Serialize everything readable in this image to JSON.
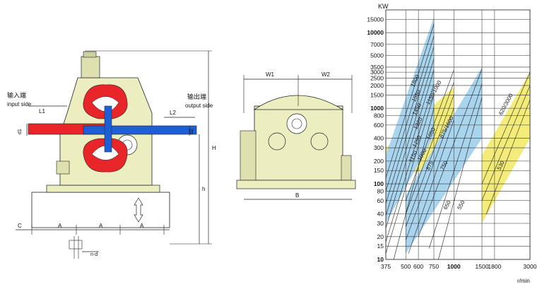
{
  "side_view": {
    "input_cn": "输入端",
    "input_en": "input side",
    "output_cn": "输出端",
    "output_en": "output side",
    "dims": {
      "L1": "L1",
      "L2": "L2",
      "d1": "d1",
      "d2": "d2",
      "H": "H",
      "h": "h",
      "C": "C",
      "A": "A",
      "nd": "n-d"
    },
    "colors": {
      "input_shaft": "#e8262a",
      "output_shaft": "#1f5fd6",
      "housing": "#eceec0"
    }
  },
  "front_view": {
    "W1": "W1",
    "W2": "W2",
    "B": "B"
  },
  "chart_data": {
    "type": "line",
    "ylabel": "KW",
    "xlabel": "r/min",
    "x_scale": "log",
    "y_scale": "log",
    "xlim": [
      375,
      3000
    ],
    "ylim": [
      10,
      20000
    ],
    "x_ticks": [
      375,
      500,
      600,
      750,
      1000,
      1500,
      1800,
      3000
    ],
    "x_tick_labels": [
      "375",
      "500",
      "600",
      "750",
      "1000",
      "1500",
      "1800",
      "3000"
    ],
    "x_tick_bold": [
      false,
      false,
      false,
      false,
      true,
      false,
      false,
      false
    ],
    "y_ticks": [
      10,
      15,
      20,
      30,
      40,
      60,
      80,
      100,
      150,
      200,
      300,
      400,
      600,
      800,
      1000,
      1500,
      2000,
      2500,
      3000,
      3500,
      5000,
      7000,
      10000,
      15000
    ],
    "y_tick_labels": [
      "10",
      "15",
      "20",
      "30",
      "40",
      "60",
      "80",
      "100",
      "150",
      "200",
      "300",
      "400",
      "600",
      "800",
      "1000",
      "1500",
      "2000",
      "2500",
      "3000",
      "3500",
      "5000",
      "7000",
      "10000",
      "15000"
    ],
    "y_tick_bold": [
      true,
      false,
      false,
      false,
      false,
      false,
      false,
      true,
      false,
      false,
      false,
      false,
      false,
      false,
      true,
      false,
      false,
      false,
      false,
      false,
      false,
      false,
      true,
      false
    ],
    "bands": [
      {
        "color": "#f3ec7a",
        "x": [
          375,
          1000
        ],
        "upper": [
          [
            375,
            300
          ],
          [
            1000,
            1900
          ]
        ],
        "lower": [
          [
            375,
            110
          ],
          [
            1000,
            200
          ]
        ]
      },
      {
        "color": "#a9d4ee",
        "x": [
          375,
          750
        ],
        "upper": [
          [
            375,
            240
          ],
          [
            750,
            16000
          ]
        ],
        "lower": [
          [
            375,
            30
          ],
          [
            750,
            430
          ]
        ]
      },
      {
        "color": "#a9d4ee",
        "x": [
          500,
          1500
        ],
        "upper": [
          [
            500,
            70
          ],
          [
            1500,
            3500
          ]
        ],
        "lower": [
          [
            500,
            12
          ],
          [
            1500,
            400
          ]
        ]
      },
      {
        "color": "#f3ec7a",
        "x": [
          1500,
          3000
        ],
        "upper": [
          [
            1500,
            240
          ],
          [
            3000,
            3000
          ]
        ],
        "lower": [
          [
            1500,
            30
          ],
          [
            3000,
            400
          ]
        ]
      }
    ],
    "lines": [
      [
        [
          375,
          120
        ],
        [
          750,
          13000
        ]
      ],
      [
        [
          375,
          80
        ],
        [
          750,
          9000
        ]
      ],
      [
        [
          375,
          55
        ],
        [
          750,
          6500
        ]
      ],
      [
        [
          375,
          38
        ],
        [
          750,
          4500
        ]
      ],
      [
        [
          375,
          26
        ],
        [
          750,
          3200
        ]
      ],
      [
        [
          375,
          17
        ],
        [
          750,
          2100
        ]
      ],
      [
        [
          375,
          12
        ],
        [
          750,
          1500
        ]
      ],
      [
        [
          420,
          10
        ],
        [
          750,
          1000
        ]
      ],
      [
        [
          500,
          60
        ],
        [
          1000,
          3200
        ]
      ],
      [
        [
          500,
          40
        ],
        [
          1000,
          2200
        ]
      ],
      [
        [
          500,
          27
        ],
        [
          1000,
          1500
        ]
      ],
      [
        [
          500,
          18
        ],
        [
          1000,
          1000
        ]
      ],
      [
        [
          520,
          12
        ],
        [
          1000,
          700
        ]
      ],
      [
        [
          600,
          20
        ],
        [
          1500,
          3300
        ]
      ],
      [
        [
          700,
          14
        ],
        [
          1500,
          2100
        ]
      ],
      [
        [
          800,
          10
        ],
        [
          1500,
          1400
        ]
      ],
      [
        [
          1500,
          100
        ],
        [
          3000,
          3000
        ]
      ],
      [
        [
          1500,
          60
        ],
        [
          3000,
          2000
        ]
      ],
      [
        [
          1600,
          40
        ],
        [
          3000,
          1300
        ]
      ]
    ],
    "annotations": [
      {
        "text": "1800",
        "x": 560,
        "y": 1900,
        "color": "#222"
      },
      {
        "text": "1550",
        "x": 570,
        "y": 1200,
        "color": "#222"
      },
      {
        "text": "1450",
        "x": 575,
        "y": 800,
        "color": "#222"
      },
      {
        "text": "1320",
        "x": 585,
        "y": 520,
        "color": "#222"
      },
      {
        "text": "1250",
        "x": 575,
        "y": 300,
        "color": "#222"
      },
      {
        "text": "1150",
        "x": 545,
        "y": 190,
        "color": "#222"
      },
      {
        "text": "1000",
        "x": 620,
        "y": 200,
        "color": "#222"
      },
      {
        "text": "1150/1000",
        "x": 700,
        "y": 1100,
        "color": "#222"
      },
      {
        "text": "1050",
        "x": 705,
        "y": 380,
        "color": "#222"
      },
      {
        "text": "875",
        "x": 700,
        "y": 150,
        "color": "#222"
      },
      {
        "text": "875/1600",
        "x": 850,
        "y": 400,
        "color": "#222"
      },
      {
        "text": "750",
        "x": 860,
        "y": 150,
        "color": "#222"
      },
      {
        "text": "650",
        "x": 900,
        "y": 45,
        "color": "#222"
      },
      {
        "text": "550",
        "x": 1100,
        "y": 45,
        "color": "#222"
      },
      {
        "text": "620/3000",
        "x": 2000,
        "y": 800,
        "color": "#222"
      },
      {
        "text": "530",
        "x": 1950,
        "y": 150,
        "color": "#222"
      }
    ]
  }
}
